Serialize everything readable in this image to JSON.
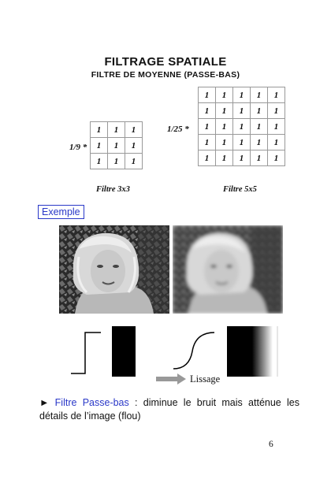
{
  "title": "FILTRAGE SPATIALE",
  "subtitle": "FILTRE DE MOYENNE (PASSE-BAS)",
  "kernel_small": {
    "prefix": "1/9 *",
    "rows": [
      [
        "1",
        "1",
        "1"
      ],
      [
        "1",
        "1",
        "1"
      ],
      [
        "1",
        "1",
        "1"
      ]
    ],
    "caption": "Filtre 3x3"
  },
  "kernel_large": {
    "prefix": "1/25 *",
    "rows": [
      [
        "1",
        "1",
        "1",
        "1",
        "1"
      ],
      [
        "1",
        "1",
        "1",
        "1",
        "1"
      ],
      [
        "1",
        "1",
        "1",
        "1",
        "1"
      ],
      [
        "1",
        "1",
        "1",
        "1",
        "1"
      ],
      [
        "1",
        "1",
        "1",
        "1",
        "1"
      ]
    ],
    "caption": "Filtre 5x5"
  },
  "example_label": "Exemple",
  "lissage_label": "Lissage",
  "paragraph": {
    "bullet": "►",
    "highlight": "Filtre Passe-bas",
    "rest": " : diminue le bruit mais atténue les détails de l’image (flou)"
  },
  "page_number": "6"
}
